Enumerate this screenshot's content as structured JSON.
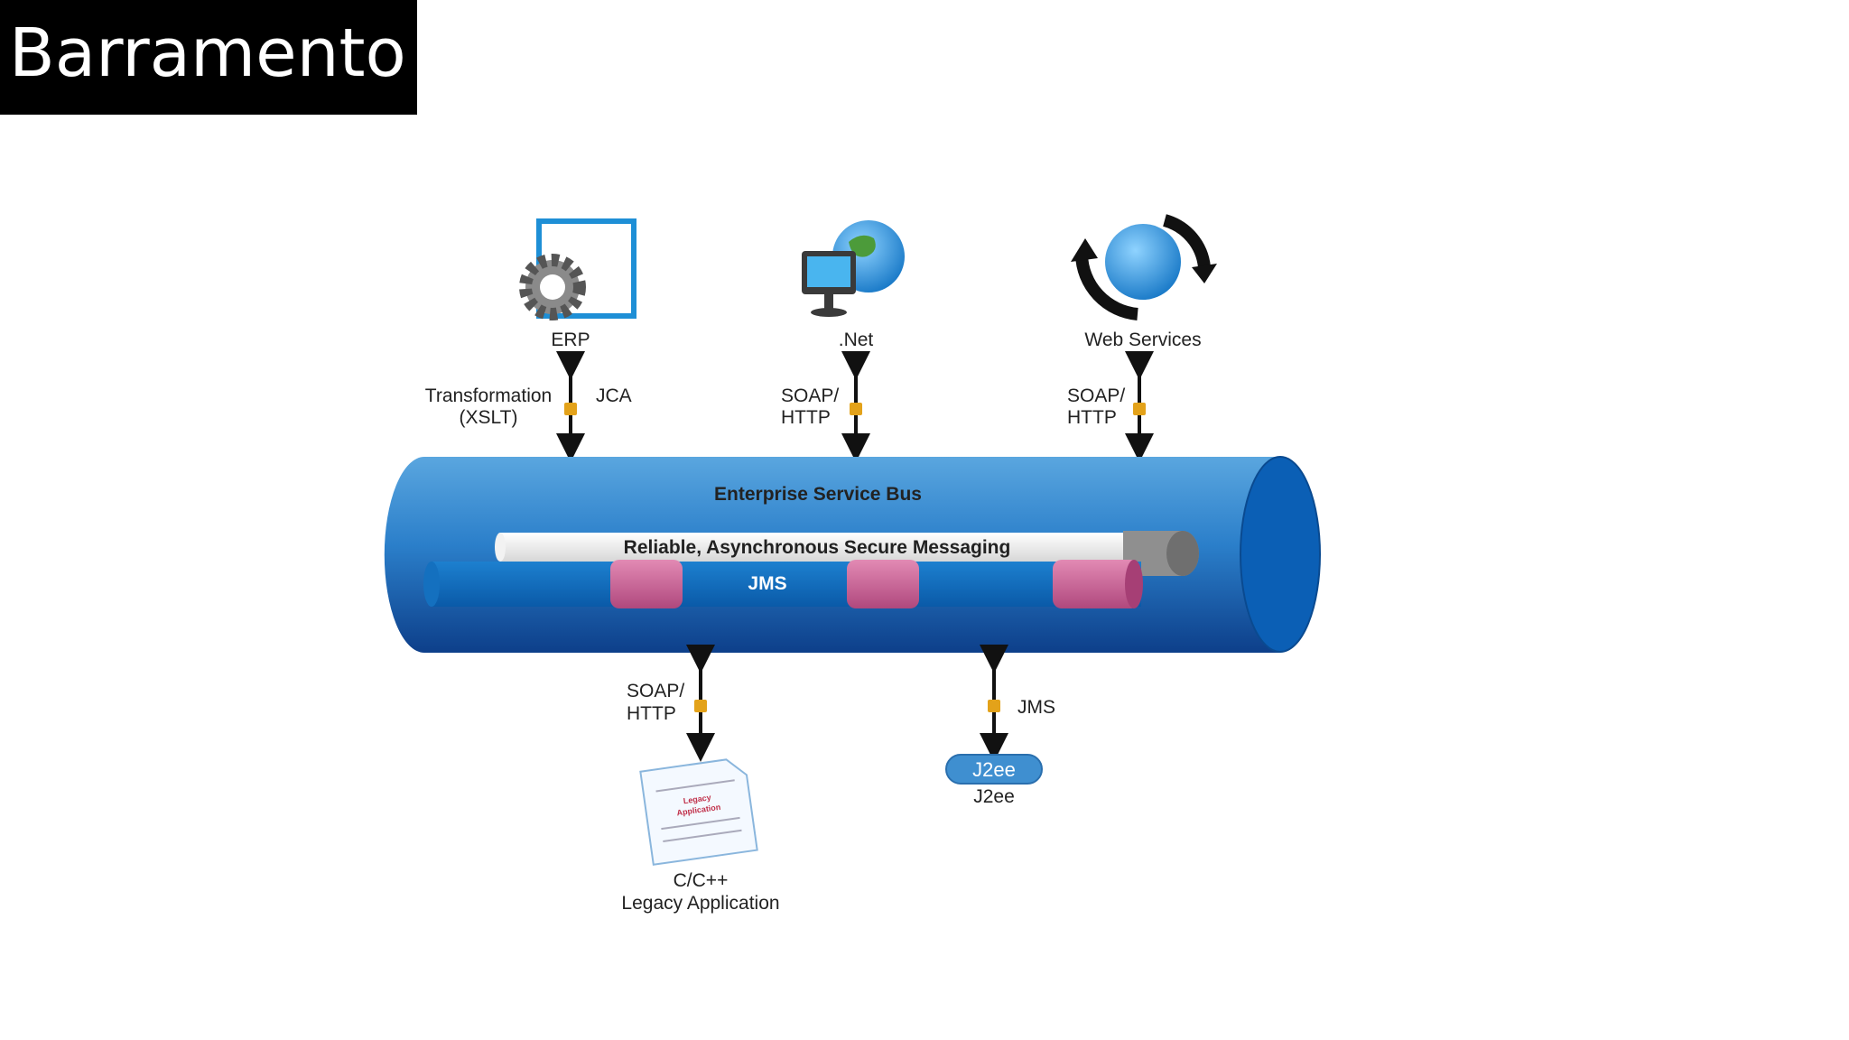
{
  "slide": {
    "title": "Barramento"
  },
  "diagram": {
    "bus": {
      "title": "Enterprise Service Bus",
      "messaging": "Reliable, Asynchronous Secure Messaging",
      "jms": "JMS"
    },
    "top": {
      "erp": {
        "name": "ERP",
        "left_label_1": "Transformation",
        "left_label_2": "(XSLT)",
        "right_label": "JCA"
      },
      "net": {
        "name": ".Net",
        "label_1": "SOAP/",
        "label_2": "HTTP"
      },
      "ws": {
        "name": "Web Services",
        "label_1": "SOAP/",
        "label_2": "HTTP"
      }
    },
    "bottom": {
      "legacy": {
        "label_1": "SOAP/",
        "label_2": "HTTP",
        "doc_line_1": "Legacy",
        "doc_line_2": "Application",
        "name_1": "C/C++",
        "name_2": "Legacy Application"
      },
      "j2ee": {
        "label": "JMS",
        "badge": "J2ee",
        "name": "J2ee"
      }
    },
    "colors": {
      "bus_blue": "#1f6fbf",
      "bus_end": "#0b5fb5",
      "pink": "#c9568f",
      "icon_blue": "#1e8fd6"
    }
  }
}
